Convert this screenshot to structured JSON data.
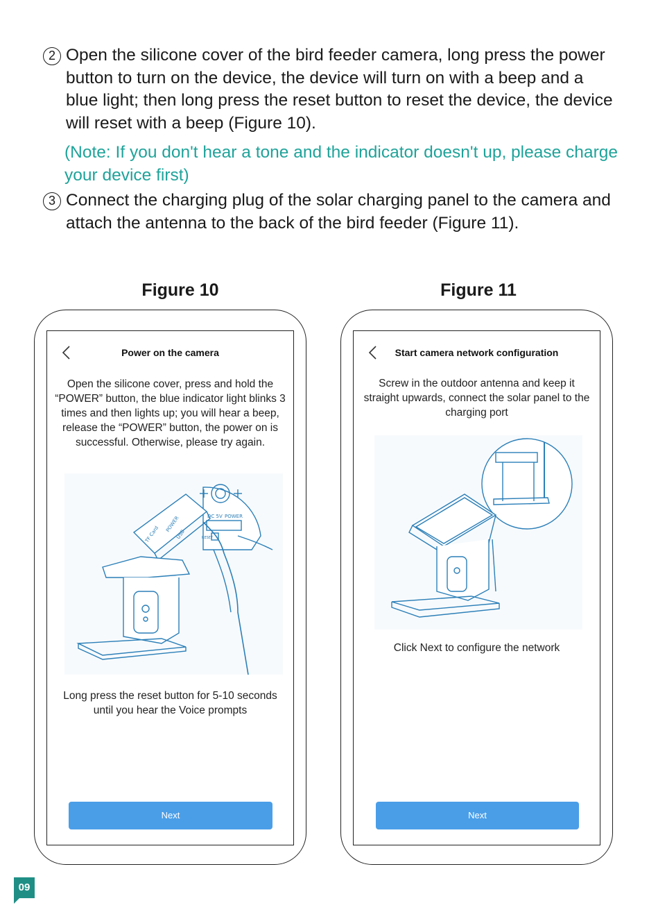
{
  "instructions": {
    "step2": {
      "number": "2",
      "text": "Open the silicone cover of the bird feeder camera, long press the power button to turn on the device, the device will turn on with a beep and a blue light; then long press the reset button to reset the device, the device will reset with a beep (Figure 10)."
    },
    "note": "(Note: If you don't hear a tone and the indicator doesn't up, please charge your device first)",
    "step3": {
      "number": "3",
      "text": "Connect the charging plug of the solar charging panel to the camera and attach the antenna to the back of the bird feeder (Figure 11)."
    }
  },
  "figure10": {
    "caption": "Figure 10",
    "screen_title": "Power on the camera",
    "description": "Open the silicone cover, press and hold the “POWER” button, the blue indicator light blinks 3 times and then lights up; you will hear a beep, release the “POWER” button, the power on is successful. Otherwise, please try again.",
    "illustration_labels": [
      "DC 5V",
      "POWER",
      "RESET",
      "TF Card",
      "POWER",
      "USB"
    ],
    "reset_text": "Long press the reset button for 5-10 seconds until you hear the Voice prompts",
    "button_label": "Next"
  },
  "figure11": {
    "caption": "Figure 11",
    "screen_title": "Start camera network configuration",
    "description": "Screw in the outdoor antenna and keep it straight upwards, connect the solar panel to the charging port",
    "footer_text": "Click Next to configure the network",
    "button_label": "Next"
  },
  "page_number": "09",
  "colors": {
    "note_text": "#1fa39a",
    "button": "#4a9ee8",
    "page_badge": "#1f8f86",
    "illustration_line": "#2b7fb8"
  }
}
